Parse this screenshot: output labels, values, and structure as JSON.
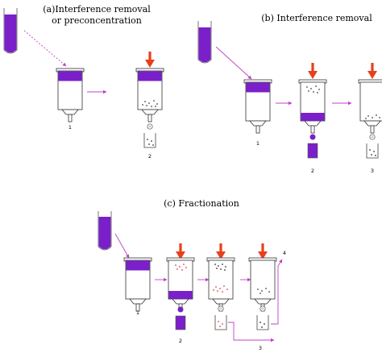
{
  "panels": {
    "a": {
      "title_line1": "(a)Interference removal",
      "title_line2": "or preconcentration",
      "labels": [
        "1",
        "2"
      ]
    },
    "b": {
      "title": "(b) Interference removal",
      "labels": [
        "1",
        "2",
        "3"
      ]
    },
    "c": {
      "title": "(c) Fractionation",
      "labels": [
        "1",
        "2",
        "3",
        "4"
      ]
    }
  },
  "colors": {
    "sample": "#7a1fc9",
    "sample_dark": "#5a10a0",
    "arrow_red": "#e8401a",
    "flow_magenta": "#c040c8",
    "dots_red": "#d84040"
  }
}
